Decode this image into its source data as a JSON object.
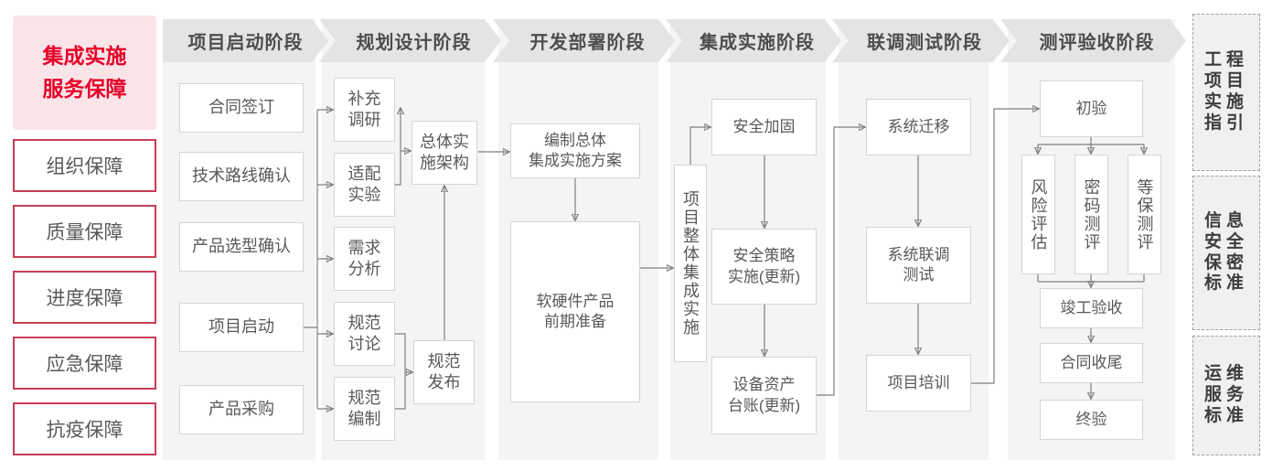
{
  "sidebar": {
    "title": "集成实施\n服务保障",
    "items": [
      "组织保障",
      "质量保障",
      "进度保障",
      "应急保障",
      "抗疫保障"
    ]
  },
  "phases": [
    "项目启动阶段",
    "规划设计阶段",
    "开发部署阶段",
    "集成实施阶段",
    "联调测试阶段",
    "测评验收阶段"
  ],
  "nodes": {
    "contract_signing": "合同签订",
    "tech_route_confirm": "技术路线确认",
    "product_selection_confirm": "产品选型确认",
    "project_kickoff": "项目启动",
    "product_procurement": "产品采购",
    "supplementary_research": "补充\n调研",
    "adaptation_experiment": "适配\n实验",
    "requirement_analysis": "需求\n分析",
    "spec_discussion": "规范\n讨论",
    "spec_compilation": "规范\n编制",
    "overall_impl_architecture": "总体实\n施架构",
    "spec_release": "规范\n发布",
    "overall_integration_plan": "编制总体\n集成实施方案",
    "hw_sw_preparation": "软硬件产品\n前期准备",
    "overall_integration_impl": "项目整体集成实施",
    "security_hardening": "安全加固",
    "security_policy_impl": "安全策略\n实施(更新)",
    "asset_ledger_update": "设备资产\n台账(更新)",
    "system_migration": "系统迁移",
    "joint_debug_test": "系统联调\n测试",
    "project_training": "项目培训",
    "initial_acceptance": "初验",
    "risk_assessment": "风险评估",
    "crypto_evaluation": "密码测评",
    "mlps_evaluation": "等保测评",
    "completion_acceptance": "竣工验收",
    "contract_closure": "合同收尾",
    "final_acceptance": "终验"
  },
  "right_panel": [
    "工程\n项目\n实施\n指引",
    "信息\n安全\n保密\n标准",
    "运维\n服务\n标准"
  ],
  "colors": {
    "accent_red": "#e60028",
    "border_red": "#c73e55",
    "title_pink_bg": "#fbe4e8",
    "header_gray": "#e4e4e4",
    "band_gray": "#f4f4f4",
    "line_gray": "#7f7f7f"
  }
}
